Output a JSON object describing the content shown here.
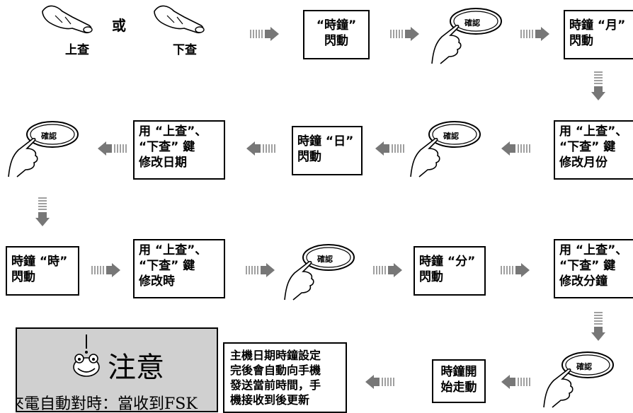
{
  "labels": {
    "or": "或",
    "up": "上查",
    "down": "下查",
    "confirm": "確認"
  },
  "boxes": {
    "clock_flash": [
      "“時鐘”",
      "閃動"
    ],
    "month_flash": [
      "時鐘 “月”",
      "閃動"
    ],
    "edit_month": [
      "用 “上查”、",
      "“下查” 鍵",
      "修改月份"
    ],
    "day_flash": [
      "時鐘 “日”",
      "閃動"
    ],
    "edit_day": [
      "用 “上查”、",
      "“下查” 鍵",
      "修改日期"
    ],
    "hour_flash": [
      "時鐘 “時”",
      "閃動"
    ],
    "edit_hour": [
      "用 “上查”、",
      "“下查” 鍵",
      "修改時"
    ],
    "minute_flash": [
      "時鐘 “分”",
      "閃動"
    ],
    "edit_minute": [
      "用 “上查”、",
      "“下查” 鍵",
      "修改分鐘"
    ],
    "clock_start": [
      "時鐘開",
      "始走動"
    ]
  },
  "end_text": [
    "主機日期時鐘設定",
    "完後會自動向手機",
    "發送當前時間，手",
    "機接收到後更新"
  ],
  "note": {
    "title": "注意",
    "body": "來電自動對時：當收到FSK"
  }
}
